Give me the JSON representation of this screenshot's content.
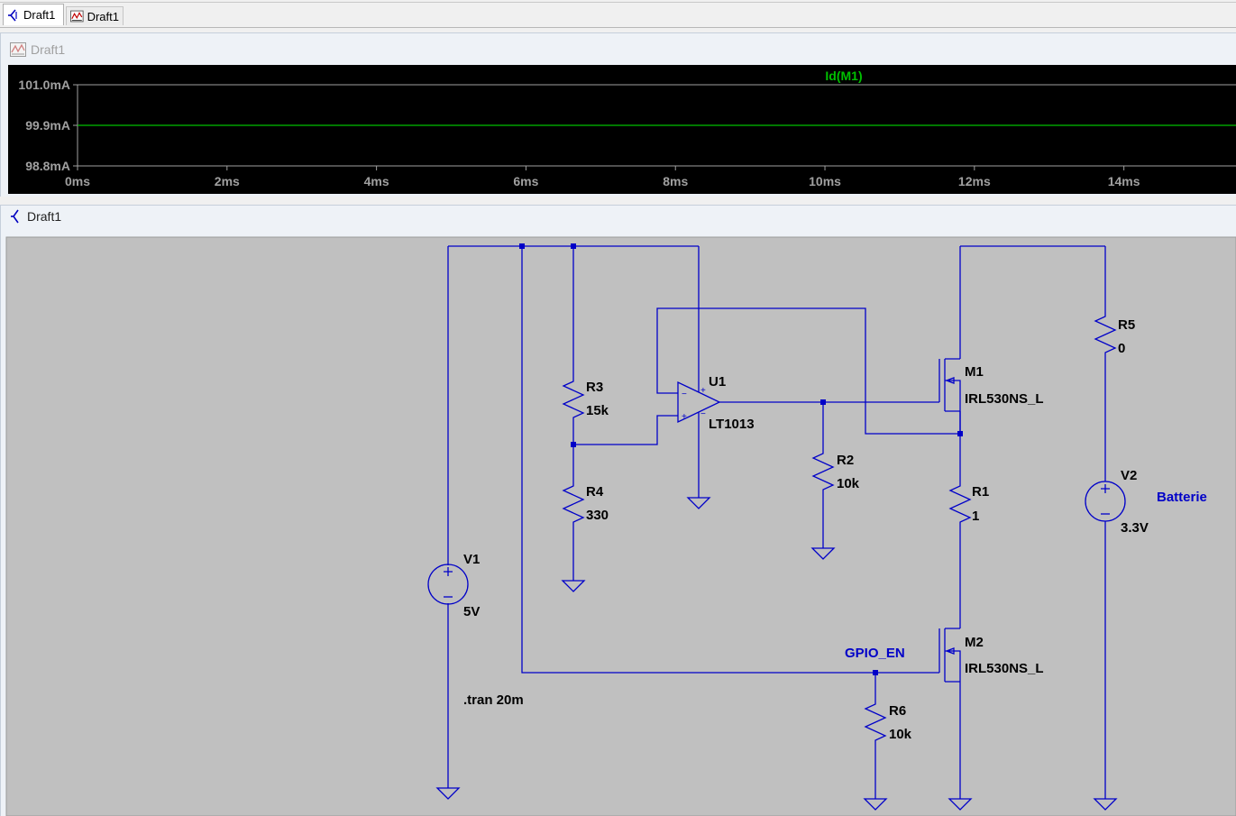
{
  "tabs": [
    {
      "label": "Draft1",
      "kind": "schematic"
    },
    {
      "label": "Draft1",
      "kind": "waveform"
    }
  ],
  "plot_window": {
    "title": "Draft1",
    "trace_label": "Id(M1)",
    "trace_color": "#00c000",
    "background": "#000000",
    "axis_color": "#a0a0a0"
  },
  "chart_data": {
    "type": "line",
    "series": [
      {
        "name": "Id(M1)",
        "x": [
          0,
          16
        ],
        "y": [
          99.9,
          99.9
        ]
      }
    ],
    "x_ticks": [
      "0ms",
      "2ms",
      "4ms",
      "6ms",
      "8ms",
      "10ms",
      "12ms",
      "14ms"
    ],
    "y_ticks": [
      "101.0mA",
      "99.9mA",
      "98.8mA"
    ],
    "xlim": [
      0,
      15.5
    ],
    "ylim": [
      98.8,
      101.0
    ],
    "grid": false
  },
  "schematic_window": {
    "title": "Draft1",
    "background": "#c0c0c0",
    "wire_color": "#0000c8",
    "components": {
      "r3": {
        "name": "R3",
        "value": "15k"
      },
      "r4": {
        "name": "R4",
        "value": "330"
      },
      "r2": {
        "name": "R2",
        "value": "10k"
      },
      "r1": {
        "name": "R1",
        "value": "1"
      },
      "r5": {
        "name": "R5",
        "value": "0"
      },
      "r6": {
        "name": "R6",
        "value": "10k"
      },
      "u1": {
        "name": "U1",
        "value": "LT1013"
      },
      "m1": {
        "name": "M1",
        "value": "IRL530NS_L"
      },
      "m2": {
        "name": "M2",
        "value": "IRL530NS_L"
      },
      "v1": {
        "name": "V1",
        "value": "5V"
      },
      "v2": {
        "name": "V2",
        "value": "3.3V"
      }
    },
    "net_labels": {
      "gpio": "GPIO_EN",
      "battery": "Batterie"
    },
    "directive": ".tran 20m"
  }
}
